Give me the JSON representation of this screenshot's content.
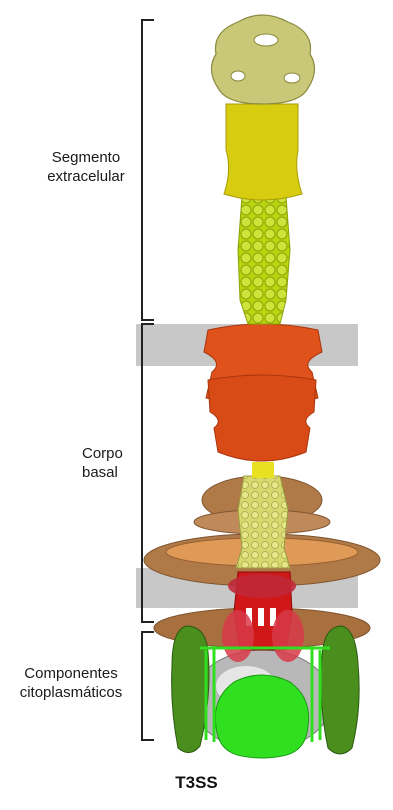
{
  "labels": {
    "extracellular": [
      "Segmento",
      "extracelular"
    ],
    "basal": [
      "Corpo",
      "basal"
    ],
    "cytoplasmic": [
      "Componentes",
      "citoplasmáticos"
    ]
  },
  "caption": "T3SS",
  "colors": {
    "tip_complex": "#c8c878",
    "needle_sheath": "#d8cc10",
    "needle": "#b8d40e",
    "outer_rings": "#e0521c",
    "inner_rod": "#d8d870",
    "basal_rings": "#b07a48",
    "membrane": "#c8c8c8",
    "export_apparatus": "#d01818",
    "cytoplasmic_outer": "#4a8e1e",
    "cytoplasmic_core": "#30e020",
    "atpase_base": "#b8b8b8",
    "bracket": "#222222"
  }
}
